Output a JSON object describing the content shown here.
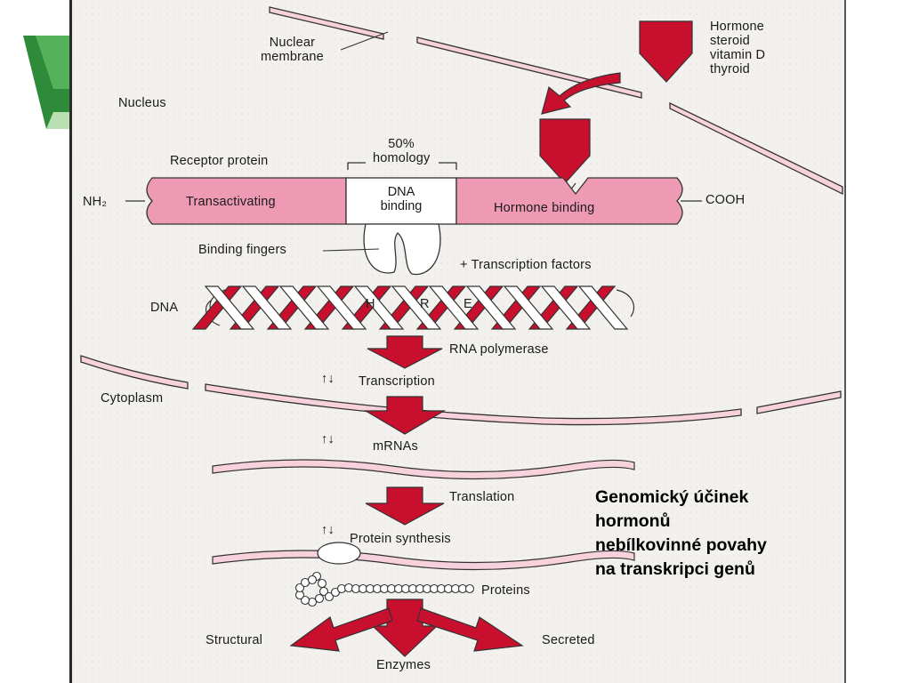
{
  "colors": {
    "accent_red": "#c8102e",
    "receptor_pink": "#ef9ab4",
    "membrane_pink": "#f7d2dc",
    "logo_green": "#2e8b3a"
  },
  "labels": {
    "hormone": [
      "Hormone",
      "steroid",
      "vitamin D",
      "thyroid"
    ],
    "nuclear_membrane": [
      "Nuclear",
      "membrane"
    ],
    "nucleus": "Nucleus",
    "homology": [
      "50%",
      "homology"
    ],
    "receptor_protein": "Receptor protein",
    "nh2": "NH₂",
    "transactivating": "Transactivating",
    "dna_binding": [
      "DNA",
      "binding"
    ],
    "hormone_binding": "Hormone  binding",
    "cooh": "COOH",
    "binding_fingers": "Binding fingers",
    "transcription_factors": "+ Transcription factors",
    "dna": "DNA",
    "hre": [
      "H",
      "R",
      "E"
    ],
    "rna_polymerase": "RNA polymerase",
    "transcription": "Transcription",
    "cytoplasm": "Cytoplasm",
    "mrnas": "mRNAs",
    "translation": "Translation",
    "protein_synthesis": "Protein synthesis",
    "proteins": "Proteins",
    "structural": "Structural",
    "secreted": "Secreted",
    "enzymes": "Enzymes",
    "updown": "↑↓"
  },
  "caption": [
    "Genomický účinek",
    "hormonů",
    "nebílkovinné povahy",
    "na transkripci genů"
  ]
}
